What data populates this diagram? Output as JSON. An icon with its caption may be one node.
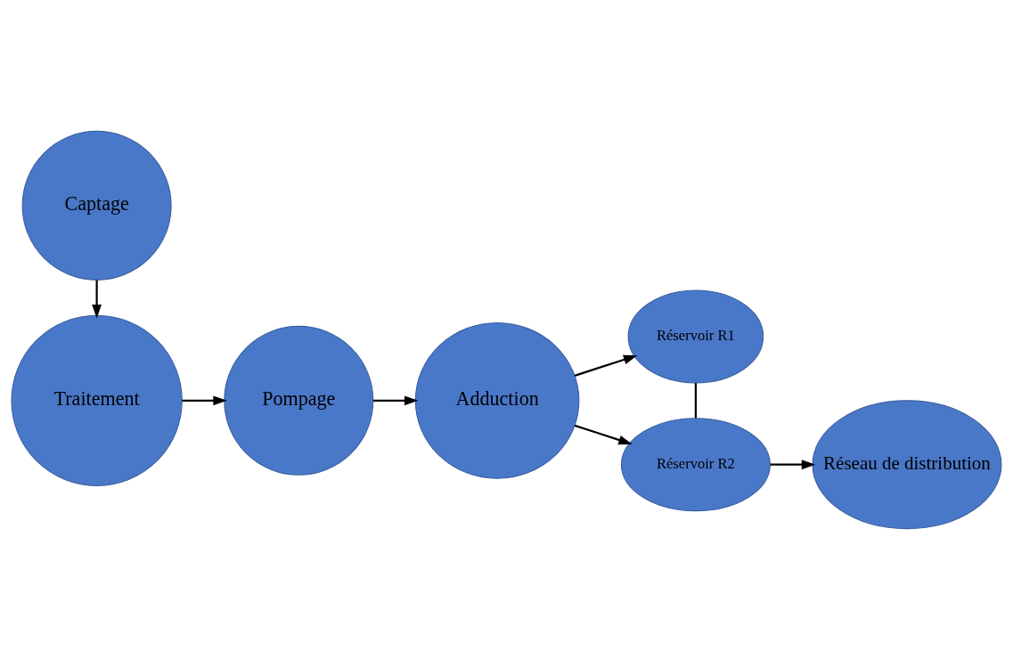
{
  "diagram": {
    "nodes": [
      {
        "text": [
          "Traitement"
        ]
      },
      {
        "text": [
          "Pompage"
        ]
      },
      {
        "text": [
          "Adduction"
        ]
      },
      {
        "text": [
          "Réservoir R1"
        ]
      },
      {
        "text": [
          "Réservoir R2"
        ]
      },
      {
        "text": [
          "Captage"
        ]
      },
      {
        "text": [
          "Réseau de distribution"
        ]
      }
    ],
    "edges": [
      {
        "from": 5,
        "to": 0,
        "arrow": "to"
      },
      {
        "from": 0,
        "to": 1,
        "arrow": "to"
      },
      {
        "from": 1,
        "to": 2,
        "arrow": "to"
      },
      {
        "from": 2,
        "to": 3,
        "arrow": "to"
      },
      {
        "from": 2,
        "to": 4,
        "arrow": "to"
      },
      {
        "from": 3,
        "to": 4,
        "arrow": "none"
      },
      {
        "from": 4,
        "to": 6,
        "arrow": "to"
      }
    ]
  }
}
